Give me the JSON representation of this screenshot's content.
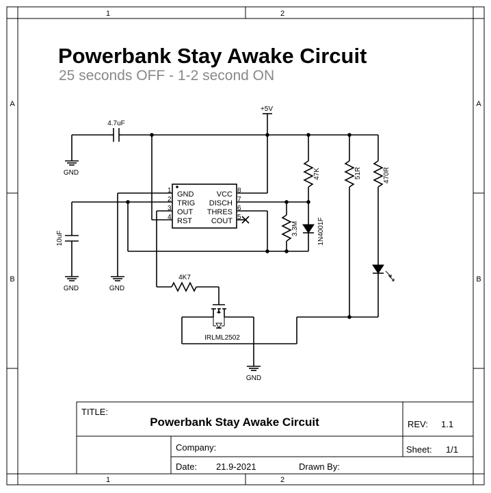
{
  "frame": {
    "col_labels": [
      "1",
      "2"
    ],
    "row_labels": [
      "A",
      "B"
    ]
  },
  "title": "Powerbank Stay Awake Circuit",
  "subtitle": "25 seconds OFF - 1-2 second ON",
  "components": {
    "supply_label": "+5V",
    "cap_top": "4.7uF",
    "cap_left": "10uF",
    "gnd_label": "GND",
    "r_47k": "47K",
    "r_51r": "51R",
    "r_470r": "470R",
    "r_3m3": "3.3M",
    "diode": "1N4001F",
    "r_4k7": "4K7",
    "mosfet": "IRLML2502"
  },
  "ic": {
    "left_pins": [
      {
        "num": "1",
        "name": "GND"
      },
      {
        "num": "2",
        "name": "TRIG"
      },
      {
        "num": "3",
        "name": "OUT"
      },
      {
        "num": "4",
        "name": "RST"
      }
    ],
    "right_pins": [
      {
        "num": "8",
        "name": "VCC"
      },
      {
        "num": "7",
        "name": "DISCH"
      },
      {
        "num": "6",
        "name": "THRES"
      },
      {
        "num": "5",
        "name": "COUT"
      }
    ]
  },
  "title_block": {
    "title_label": "TITLE:",
    "title_value": "Powerbank Stay Awake Circuit",
    "rev_label": "REV:",
    "rev_value": "1.1",
    "company_label": "Company:",
    "sheet_label": "Sheet:",
    "sheet_value": "1/1",
    "date_label": "Date:",
    "date_value": "21.9-2021",
    "drawn_label": "Drawn By:"
  }
}
